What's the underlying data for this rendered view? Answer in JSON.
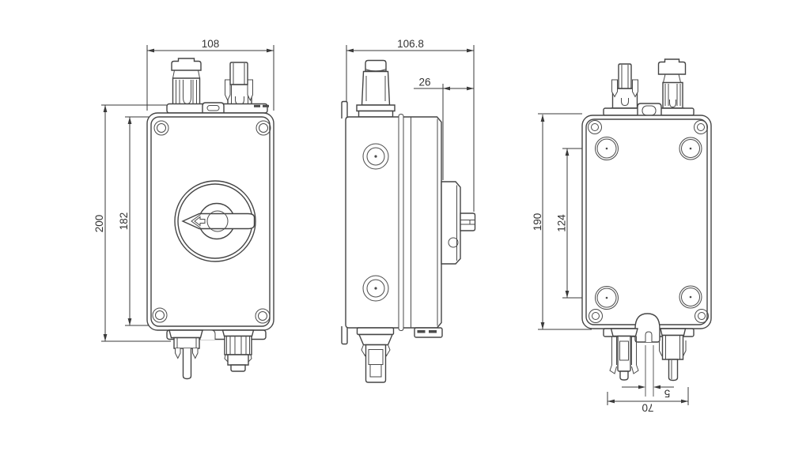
{
  "drawing": {
    "front_view": {
      "width": "108",
      "overall_height": "200",
      "body_height": "182"
    },
    "side_view": {
      "depth": "106.8",
      "handle_protrusion": "26"
    },
    "rear_view": {
      "height": "190",
      "hole_spacing_vertical": "124",
      "hole_spacing_horizontal": "70",
      "center_offset": "5"
    }
  },
  "colors": {
    "background": "#ffffff",
    "outline": "#454545",
    "dimension_lines": "#3a3a3a",
    "text": "#333333"
  }
}
